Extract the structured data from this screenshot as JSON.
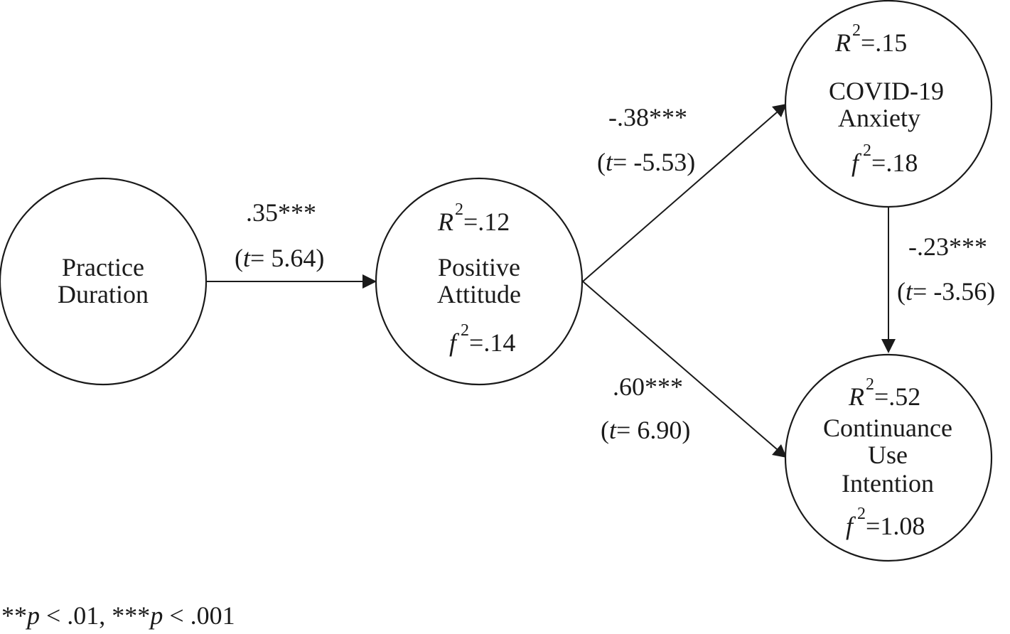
{
  "nodes": {
    "practice_duration": {
      "lines": [
        "Practice",
        "Duration"
      ]
    },
    "positive_attitude": {
      "lines": [
        "Positive",
        "Attitude"
      ],
      "r2_value": "=.12",
      "f2_value": "=.14"
    },
    "covid_anxiety": {
      "lines": [
        "COVID-19",
        "Anxiety"
      ],
      "r2_value": "=.15",
      "f2_value": "=.18"
    },
    "continuance_use": {
      "lines": [
        "Continuance",
        "Use",
        "Intention"
      ],
      "r2_value": "=.52",
      "f2_value": "=1.08"
    }
  },
  "stat_symbols": {
    "r": "R",
    "f": "f",
    "sup": "2",
    "t": "t"
  },
  "paths": {
    "pd_to_pa": {
      "coef": ".35***",
      "t_value": "= 5.64)"
    },
    "pa_to_ca": {
      "coef": "-.38***",
      "t_value": "= -5.53)"
    },
    "pa_to_cu": {
      "coef": ".60***",
      "t_value": "= 6.90)"
    },
    "ca_to_cu": {
      "coef": "-.23***",
      "t_value": "= -3.56)"
    }
  },
  "paren_open": "(",
  "footnote": {
    "stars_a": "**",
    "p": "p",
    "mid": " < .01, ***",
    "end": " < .001"
  }
}
